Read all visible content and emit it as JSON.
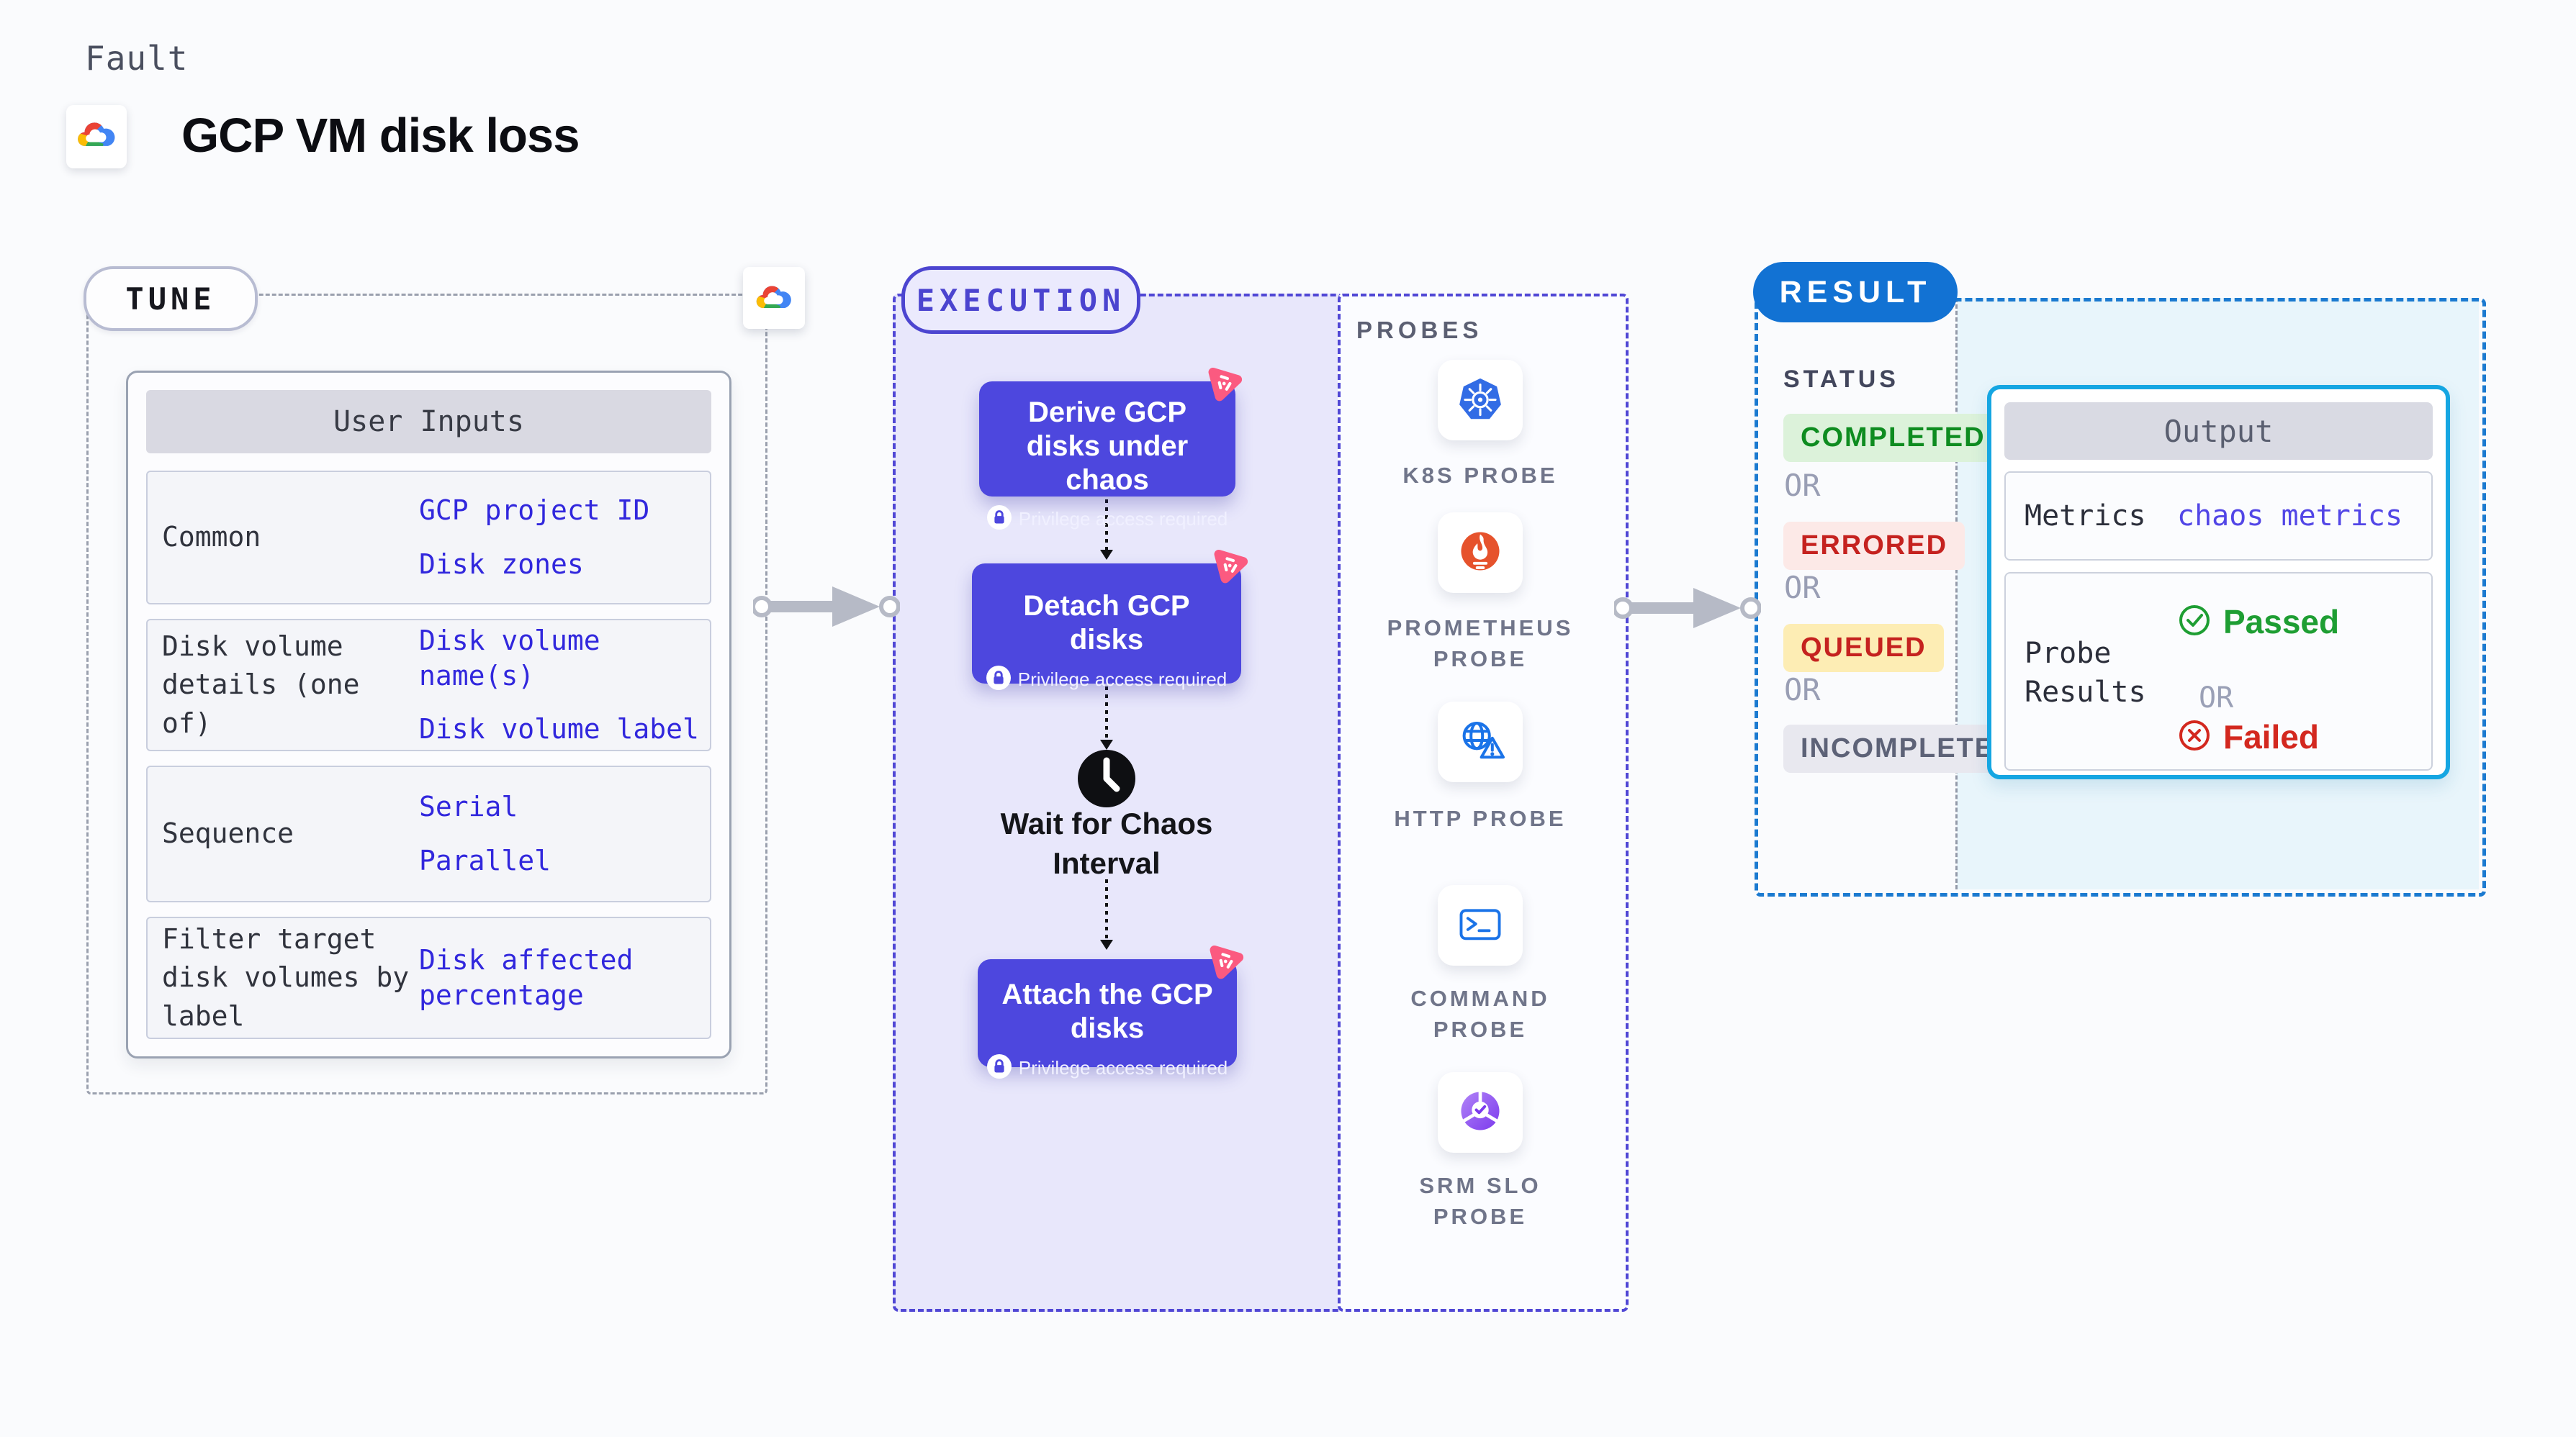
{
  "header": {
    "kicker": "Fault",
    "title": "GCP VM disk loss"
  },
  "tune": {
    "badge": "TUNE",
    "table": {
      "header": "User Inputs",
      "rows": [
        {
          "label": "Common",
          "values": [
            "GCP project ID",
            "Disk zones"
          ]
        },
        {
          "label": "Disk volume details (one of)",
          "values": [
            "Disk volume name(s)",
            "Disk volume label"
          ]
        },
        {
          "label": "Sequence",
          "values": [
            "Serial",
            "Parallel"
          ]
        },
        {
          "label": "Filter target disk volumes by label",
          "values": [
            "Disk affected percentage"
          ]
        }
      ]
    }
  },
  "execution": {
    "badge": "EXECUTION",
    "steps": [
      {
        "title": "Derive GCP disks under chaos"
      },
      {
        "title": "Detach GCP disks"
      },
      {
        "title": "Attach the GCP disks"
      }
    ],
    "privilege_note": "Privilege access required",
    "wait_label": "Wait for Chaos Interval"
  },
  "probes": {
    "heading": "PROBES",
    "items": [
      {
        "icon": "kubernetes-icon",
        "label": "K8S PROBE"
      },
      {
        "icon": "prometheus-icon",
        "label": "PROMETHEUS PROBE"
      },
      {
        "icon": "http-globe-warning-icon",
        "label": "HTTP PROBE"
      },
      {
        "icon": "terminal-icon",
        "label": "COMMAND PROBE"
      },
      {
        "icon": "slo-check-icon",
        "label": "SRM SLO PROBE"
      }
    ]
  },
  "result": {
    "badge": "RESULT",
    "status_heading": "STATUS",
    "or_label": "OR",
    "statuses": [
      {
        "label": "COMPLETED",
        "fg": "#0e8c20",
        "bg": "#dcf2da"
      },
      {
        "label": "ERRORED",
        "fg": "#c5221f",
        "bg": "#fce9e7"
      },
      {
        "label": "QUEUED",
        "fg": "#c5221f",
        "bg": "#fdedb4"
      },
      {
        "label": "INCOMPLETED",
        "fg": "#5d6277",
        "bg": "#e8e8ef"
      }
    ],
    "output": {
      "header": "Output",
      "metrics_label": "Metrics",
      "metrics_value": "chaos metrics",
      "probe_results_label": "Probe Results",
      "passed": "Passed",
      "failed": "Failed",
      "or_label": "OR"
    }
  },
  "colors": {
    "page_bg": "#fafbfd",
    "step_indigo": "#4d47de",
    "execution_fill": "#e8e7fb",
    "execution_dash": "#5047d5",
    "tune_dash": "#9aa0ae",
    "value_blue": "#3127dd",
    "result_blue": "#1272d3",
    "result_dash": "#1b7ad0",
    "output_border": "#15a6e2",
    "output_fill": "#e8f5fb",
    "passed_green": "#1e9e33",
    "failed_red": "#d3281f",
    "chaos_pink": "#fb5a80",
    "arrow_gray": "#b6bac6"
  }
}
